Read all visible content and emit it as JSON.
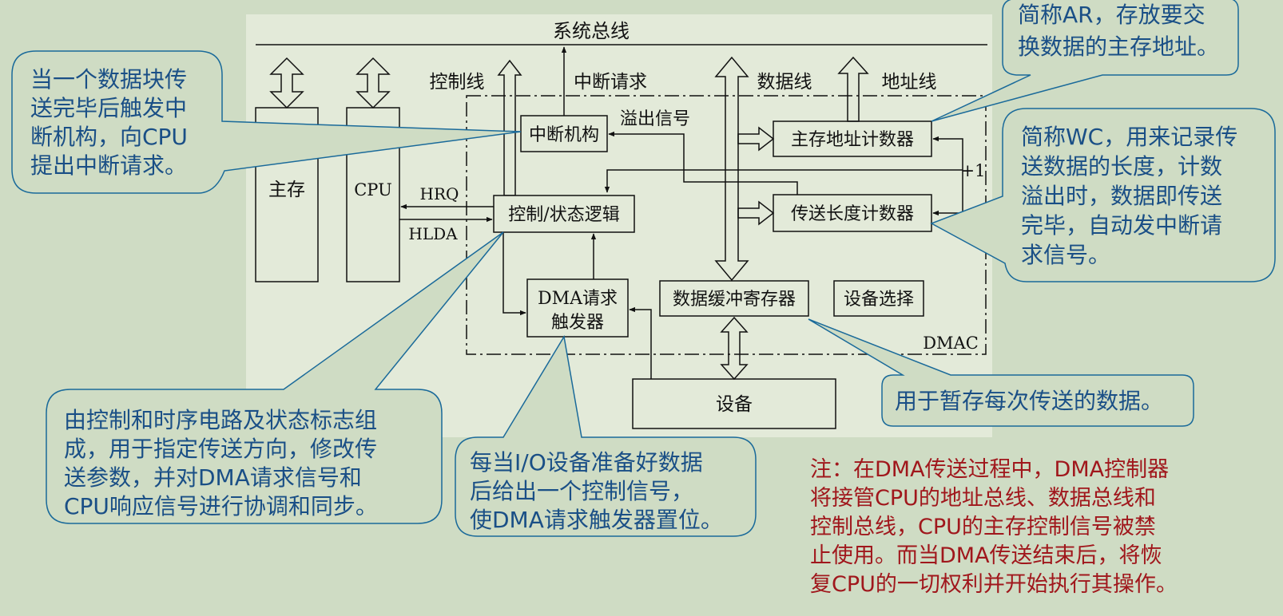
{
  "diagram": {
    "system_bus": "系统总线",
    "control_line": "控制线",
    "interrupt_request": "中断请求",
    "data_line": "数据线",
    "address_line": "地址线",
    "overflow_signal": "溢出信号",
    "main_memory": "主存",
    "cpu": "CPU",
    "hrq": "HRQ",
    "hlda": "HLDA",
    "interrupt_mechanism": "中断机构",
    "control_status_logic": "控制/状态逻辑",
    "dma_trigger_line1": "DMA请求",
    "dma_trigger_line2": "触发器",
    "address_counter": "主存地址计数器",
    "length_counter": "传送长度计数器",
    "plus_one": "+1",
    "data_buffer": "数据缓冲寄存器",
    "device_select": "设备选择",
    "dmac": "DMAC",
    "device": "设备"
  },
  "callouts": {
    "interrupt": [
      "当一个数据块传",
      "送完毕后触发中",
      "断机构，向CPU",
      "提出中断请求。"
    ],
    "ar": [
      "简称AR，存放要交",
      "换数据的主存地址。"
    ],
    "wc": [
      "简称WC，用来记录传",
      "送数据的长度，计数",
      "溢出时，数据即传送",
      "完毕，自动发中断请",
      "求信号。"
    ],
    "control": [
      "由控制和时序电路及状态标志组",
      "成，用于指定传送方向，修改传",
      "送参数，并对DMA请求信号和",
      "CPU响应信号进行协调和同步。"
    ],
    "trigger": [
      "每当I/O设备准备好数据",
      "后给出一个控制信号，",
      "使DMA请求触发器置位。"
    ],
    "buffer": [
      "用于暂存每次传送的数据。"
    ]
  },
  "note": [
    "注：在DMA传送过程中，DMA控制器",
    "将接管CPU的地址总线、数据总线和",
    "控制总线，CPU的主存控制信号被禁",
    "止使用。而当DMA传送结束后，将恢",
    "复CPU的一切权利并开始执行其操作。"
  ],
  "colors": {
    "background": "#cfdcc4",
    "diagram_panel": "#e3ead9",
    "callout_text": "#1a4f86",
    "note_text": "#a0171c"
  }
}
